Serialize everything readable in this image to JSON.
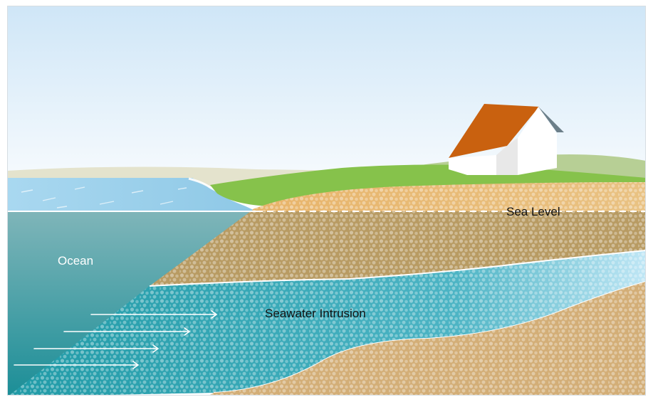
{
  "labels": {
    "sea_level": "Sea Level",
    "ocean": "Ocean",
    "seawater_intrusion": "Seawater Intrusion"
  },
  "colors": {
    "sky_top": "#cfe6f7",
    "sky_bottom": "#ffffff",
    "ocean_surface": "#9fd0ec",
    "ocean_deep_top": "#7fb5b9",
    "ocean_deep_bottom": "#1b8e97",
    "grass": "#86c24b",
    "sand": "#e6b66f",
    "soil": "#b79a62",
    "intrusion": "#3aa6b5",
    "deep_soil": "#d2ad77",
    "roof": "#c9610f",
    "house_wall": "#ffffff"
  },
  "icons": [
    "house-icon",
    "flow-arrow-icon"
  ]
}
